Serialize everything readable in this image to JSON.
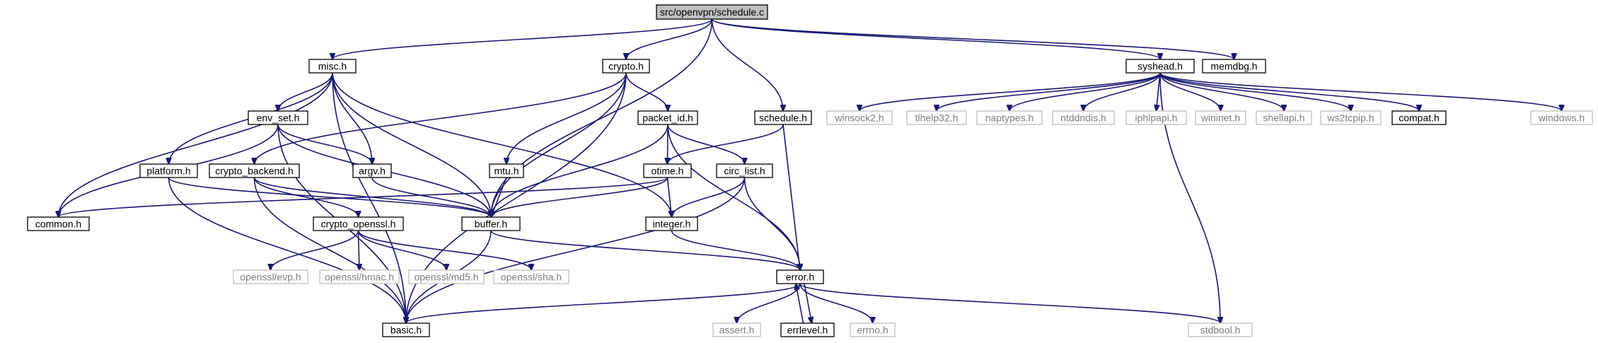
{
  "diagram": {
    "title": "",
    "colors": {
      "edge": "#191970",
      "node_border": "#000000",
      "external_border": "#bfbfbf",
      "external_text": "#7f7f7f",
      "root_fill": "#bfbfbf"
    },
    "nodes": [
      {
        "id": "root",
        "label": "src/openvpn/schedule.c",
        "kind": "root"
      },
      {
        "id": "misc",
        "label": "misc.h",
        "kind": "local"
      },
      {
        "id": "crypto",
        "label": "crypto.h",
        "kind": "local"
      },
      {
        "id": "syshead",
        "label": "syshead.h",
        "kind": "local"
      },
      {
        "id": "memdbg",
        "label": "memdbg.h",
        "kind": "local"
      },
      {
        "id": "env_set",
        "label": "env_set.h",
        "kind": "local"
      },
      {
        "id": "packet_id",
        "label": "packet_id.h",
        "kind": "local"
      },
      {
        "id": "schedule",
        "label": "schedule.h",
        "kind": "local"
      },
      {
        "id": "winsock2",
        "label": "winsock2.h",
        "kind": "external"
      },
      {
        "id": "tlhelp32",
        "label": "tlhelp32.h",
        "kind": "external"
      },
      {
        "id": "naptypes",
        "label": "naptypes.h",
        "kind": "external"
      },
      {
        "id": "ntddndis",
        "label": "ntddndis.h",
        "kind": "external"
      },
      {
        "id": "iphlpapi",
        "label": "iphlpapi.h",
        "kind": "external"
      },
      {
        "id": "wininet",
        "label": "wininet.h",
        "kind": "external"
      },
      {
        "id": "shellapi",
        "label": "shellapi.h",
        "kind": "external"
      },
      {
        "id": "ws2tcpip",
        "label": "ws2tcpip.h",
        "kind": "external"
      },
      {
        "id": "compat",
        "label": "compat.h",
        "kind": "local"
      },
      {
        "id": "windows",
        "label": "windows.h",
        "kind": "external"
      },
      {
        "id": "platform",
        "label": "platform.h",
        "kind": "local"
      },
      {
        "id": "crypto_backend",
        "label": "crypto_backend.h",
        "kind": "local"
      },
      {
        "id": "argv",
        "label": "argv.h",
        "kind": "local"
      },
      {
        "id": "mtu",
        "label": "mtu.h",
        "kind": "local"
      },
      {
        "id": "otime",
        "label": "otime.h",
        "kind": "local"
      },
      {
        "id": "circ_list",
        "label": "circ_list.h",
        "kind": "local"
      },
      {
        "id": "common",
        "label": "common.h",
        "kind": "local"
      },
      {
        "id": "buffer",
        "label": "buffer.h",
        "kind": "local"
      },
      {
        "id": "integer",
        "label": "integer.h",
        "kind": "local"
      },
      {
        "id": "crypto_openssl",
        "label": "crypto_openssl.h",
        "kind": "local"
      },
      {
        "id": "evp",
        "label": "openssl/evp.h",
        "kind": "external"
      },
      {
        "id": "hmac",
        "label": "openssl/hmac.h",
        "kind": "external"
      },
      {
        "id": "md5",
        "label": "openssl/md5.h",
        "kind": "external"
      },
      {
        "id": "sha",
        "label": "openssl/sha.h",
        "kind": "external"
      },
      {
        "id": "error",
        "label": "error.h",
        "kind": "local"
      },
      {
        "id": "basic",
        "label": "basic.h",
        "kind": "local"
      },
      {
        "id": "assert",
        "label": "assert.h",
        "kind": "external"
      },
      {
        "id": "errlevel",
        "label": "errlevel.h",
        "kind": "local"
      },
      {
        "id": "errno",
        "label": "errno.h",
        "kind": "external"
      },
      {
        "id": "stdbool",
        "label": "stdbool.h",
        "kind": "external"
      }
    ],
    "edges": [
      [
        "root",
        "misc"
      ],
      [
        "root",
        "crypto"
      ],
      [
        "root",
        "buffer"
      ],
      [
        "root",
        "schedule"
      ],
      [
        "root",
        "syshead"
      ],
      [
        "root",
        "memdbg"
      ],
      [
        "misc",
        "env_set"
      ],
      [
        "misc",
        "platform"
      ],
      [
        "misc",
        "argv"
      ],
      [
        "misc",
        "common"
      ],
      [
        "misc",
        "buffer"
      ],
      [
        "misc",
        "integer"
      ],
      [
        "misc",
        "basic"
      ],
      [
        "env_set",
        "argv"
      ],
      [
        "env_set",
        "common"
      ],
      [
        "env_set",
        "buffer"
      ],
      [
        "env_set",
        "basic"
      ],
      [
        "crypto",
        "crypto_backend"
      ],
      [
        "crypto",
        "packet_id"
      ],
      [
        "crypto",
        "mtu"
      ],
      [
        "crypto",
        "buffer"
      ],
      [
        "crypto",
        "basic"
      ],
      [
        "packet_id",
        "otime"
      ],
      [
        "packet_id",
        "circ_list"
      ],
      [
        "packet_id",
        "buffer"
      ],
      [
        "packet_id",
        "error"
      ],
      [
        "schedule",
        "otime"
      ],
      [
        "schedule",
        "error"
      ],
      [
        "syshead",
        "winsock2"
      ],
      [
        "syshead",
        "tlhelp32"
      ],
      [
        "syshead",
        "naptypes"
      ],
      [
        "syshead",
        "ntddndis"
      ],
      [
        "syshead",
        "iphlpapi"
      ],
      [
        "syshead",
        "wininet"
      ],
      [
        "syshead",
        "shellapi"
      ],
      [
        "syshead",
        "ws2tcpip"
      ],
      [
        "syshead",
        "compat"
      ],
      [
        "syshead",
        "windows"
      ],
      [
        "syshead",
        "stdbool"
      ],
      [
        "platform",
        "buffer"
      ],
      [
        "platform",
        "basic"
      ],
      [
        "crypto_backend",
        "crypto_openssl"
      ],
      [
        "crypto_backend",
        "buffer"
      ],
      [
        "crypto_backend",
        "basic"
      ],
      [
        "argv",
        "buffer"
      ],
      [
        "mtu",
        "buffer"
      ],
      [
        "otime",
        "common"
      ],
      [
        "otime",
        "integer"
      ],
      [
        "otime",
        "buffer"
      ],
      [
        "circ_list",
        "integer"
      ],
      [
        "circ_list",
        "error"
      ],
      [
        "circ_list",
        "basic"
      ],
      [
        "buffer",
        "error"
      ],
      [
        "buffer",
        "basic"
      ],
      [
        "integer",
        "error"
      ],
      [
        "crypto_openssl",
        "evp"
      ],
      [
        "crypto_openssl",
        "hmac"
      ],
      [
        "crypto_openssl",
        "md5"
      ],
      [
        "crypto_openssl",
        "sha"
      ],
      [
        "error",
        "basic"
      ],
      [
        "error",
        "assert"
      ],
      [
        "error",
        "errlevel"
      ],
      [
        "error",
        "errno"
      ],
      [
        "error",
        "stdbool"
      ],
      [
        "errlevel",
        "error"
      ]
    ]
  }
}
